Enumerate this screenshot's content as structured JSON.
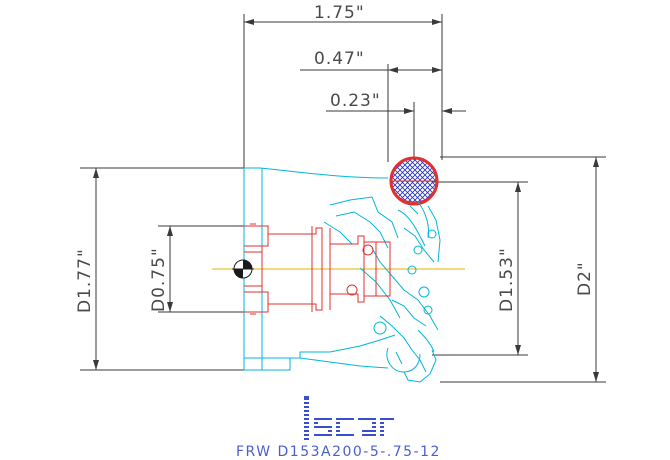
{
  "dimensions": {
    "overall_length": "1.75\"",
    "depth_047": "0.47\"",
    "depth_023": "0.23\"",
    "diameter_177": "D1.77\"",
    "diameter_075": "D0.75\"",
    "diameter_153": "D1.53\"",
    "diameter_2": "D2\""
  },
  "logo": {
    "text": "iscar"
  },
  "caption": "FRW D153A200-5-.75-12",
  "colors": {
    "dimension_lines": "#3a3a3a",
    "body_outline": "#00b8d8",
    "bore_red": "#e03030",
    "insert_blue": "#2030c0",
    "centerline": "#e8b000",
    "caption_blue": "#4a5fd0"
  }
}
